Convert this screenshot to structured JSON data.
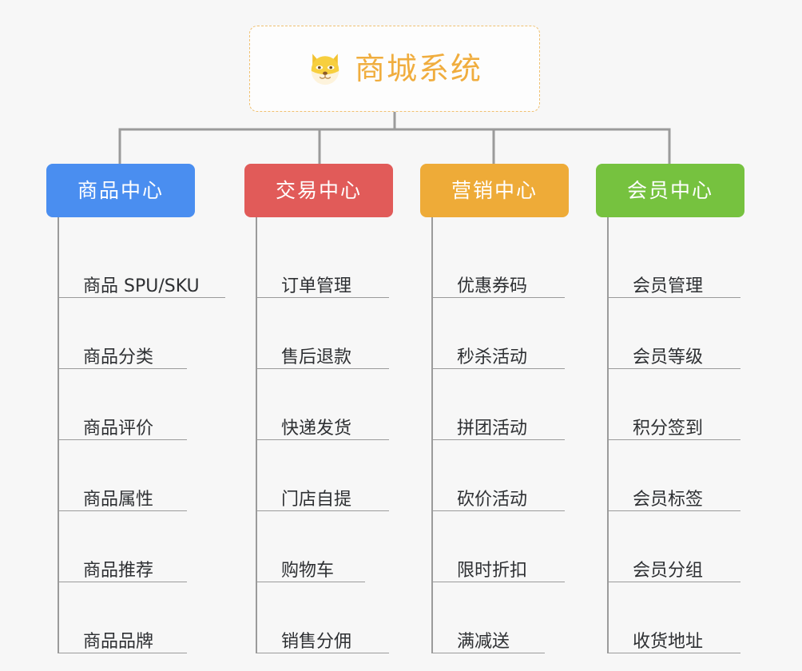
{
  "diagram": {
    "type": "mind-map",
    "background_color": "#f7f7f7",
    "root": {
      "title": "商城系统",
      "icon": "shiba-dog-face-icon",
      "text_color": "#f0ad3e",
      "border_color": "#f0c070"
    },
    "connector_color": "#9b9b9b",
    "branches": [
      {
        "label": "商品中心",
        "color": "#4a8ef0",
        "items": [
          "商品 SPU/SKU",
          "商品分类",
          "商品评价",
          "商品属性",
          "商品推荐",
          "商品品牌"
        ]
      },
      {
        "label": "交易中心",
        "color": "#e15b59",
        "items": [
          "订单管理",
          "售后退款",
          "快递发货",
          "门店自提",
          "购物车",
          "销售分佣"
        ]
      },
      {
        "label": "营销中心",
        "color": "#eeab38",
        "items": [
          "优惠券码",
          "秒杀活动",
          "拼团活动",
          "砍价活动",
          "限时折扣",
          "满减送"
        ]
      },
      {
        "label": "会员中心",
        "color": "#76c23f",
        "items": [
          "会员管理",
          "会员等级",
          "积分签到",
          "会员标签",
          "会员分组",
          "收货地址"
        ]
      }
    ]
  }
}
